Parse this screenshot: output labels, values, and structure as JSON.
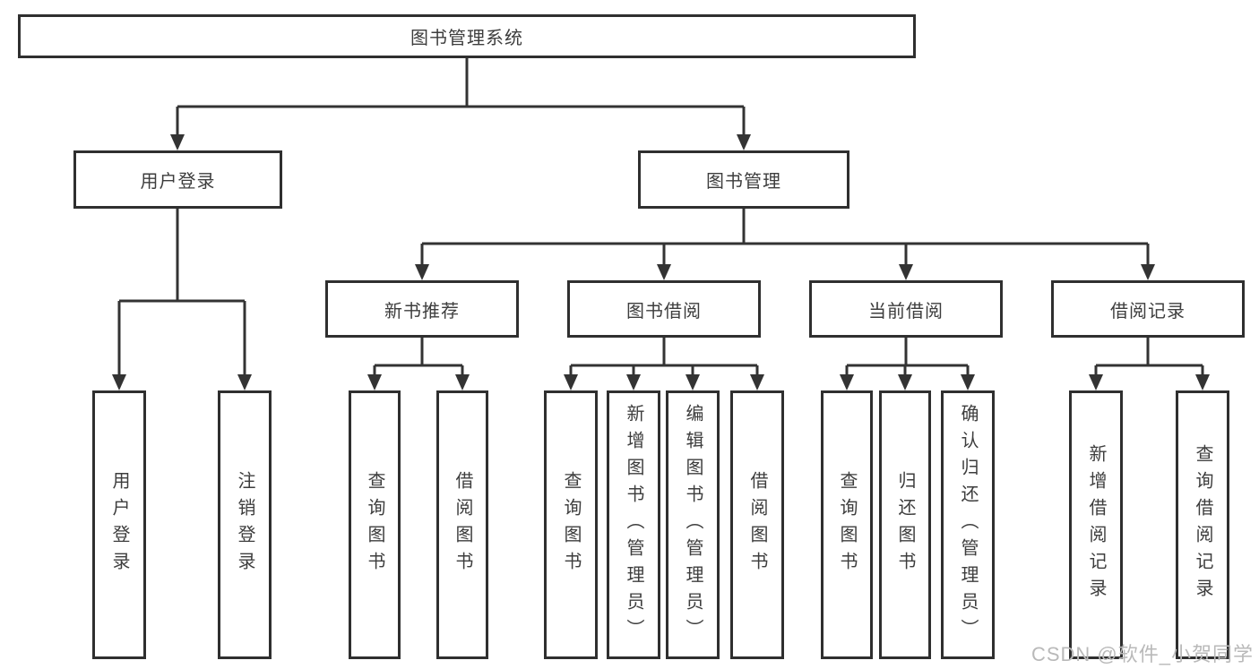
{
  "diagram": {
    "root": {
      "label": "图书管理系统"
    },
    "level2": [
      {
        "label": "用户登录"
      },
      {
        "label": "图书管理"
      }
    ],
    "level3": [
      {
        "label": "新书推荐"
      },
      {
        "label": "图书借阅"
      },
      {
        "label": "当前借阅"
      },
      {
        "label": "借阅记录"
      }
    ],
    "leaves": {
      "login": [
        {
          "label": "用户登录"
        },
        {
          "label": "注销登录"
        }
      ],
      "newbook": [
        {
          "label": "查询图书"
        },
        {
          "label": "借阅图书"
        }
      ],
      "borrow": [
        {
          "label": "查询图书"
        },
        {
          "label": "新增图书（管理员）"
        },
        {
          "label": "编辑图书（管理员）"
        },
        {
          "label": "借阅图书"
        }
      ],
      "current": [
        {
          "label": "查询图书"
        },
        {
          "label": "归还图书"
        },
        {
          "label": "确认归还（管理员）"
        }
      ],
      "records": [
        {
          "label": "新增借阅记录"
        },
        {
          "label": "查询借阅记录"
        }
      ]
    }
  },
  "watermark": {
    "text": "CSDN @软件_小贺同学"
  },
  "colors": {
    "line": "#333333",
    "box_border": "#2f2f2f",
    "text": "#3d3d3d",
    "watermark": "#b9b9b9",
    "background": "#ffffff"
  }
}
